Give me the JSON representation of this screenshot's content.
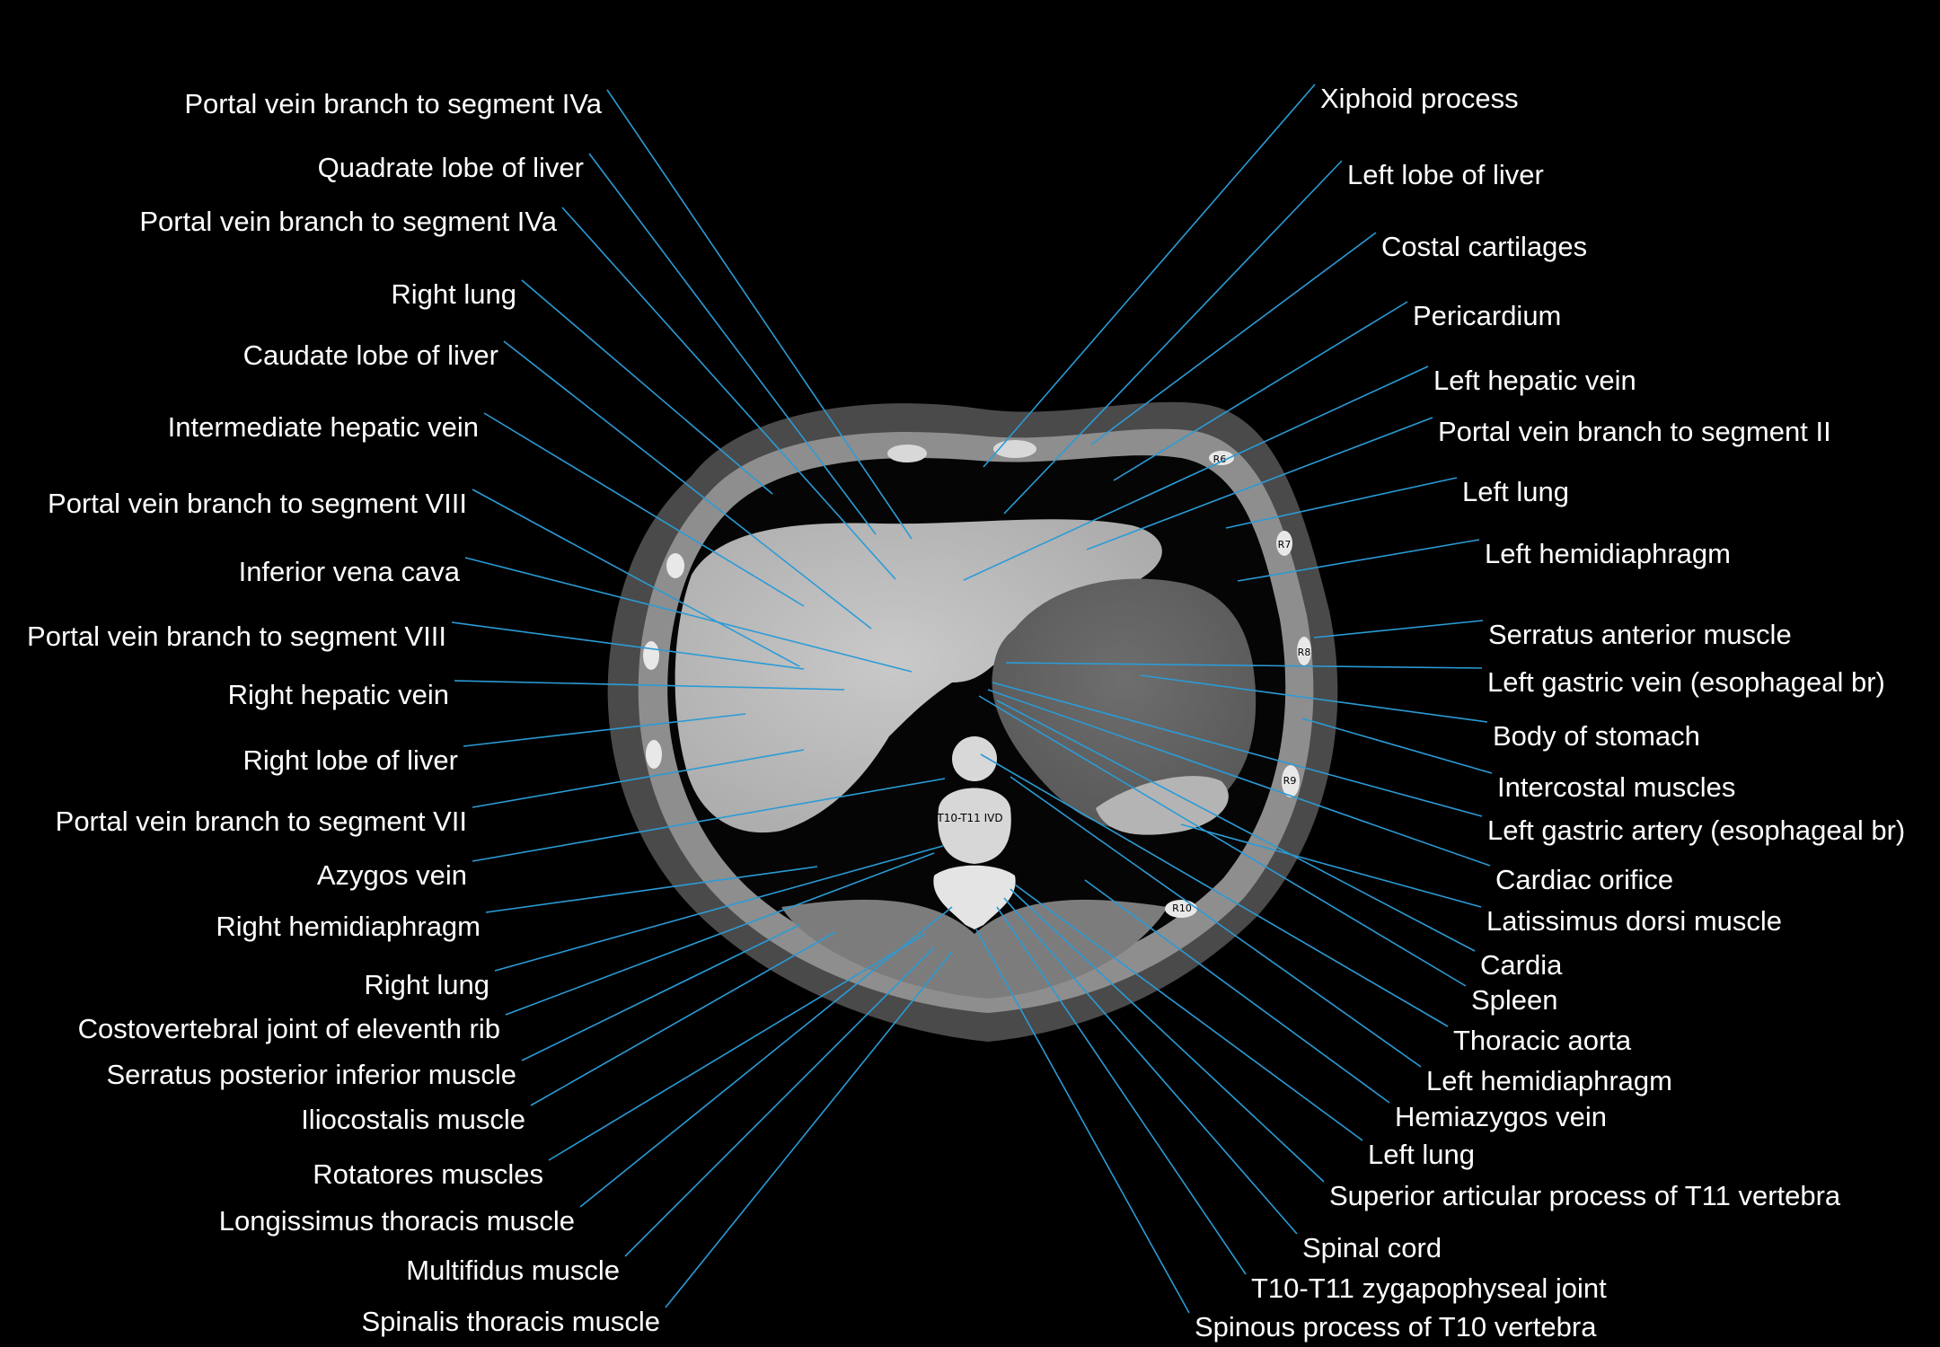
{
  "image_markers": {
    "vertebra_level": "T10-T11 IVD",
    "ribs": [
      "R6",
      "R7",
      "R8",
      "R9",
      "R10"
    ]
  },
  "labels": {
    "left": [
      "Portal vein branch to segment IVa",
      "Quadrate lobe of liver",
      "Portal vein branch to segment IVa",
      "Right lung",
      "Caudate lobe of liver",
      "Intermediate hepatic vein",
      "Portal vein branch to segment VIII",
      "Inferior vena cava",
      "Portal vein branch to segment VIII",
      "Right hepatic vein",
      "Right lobe of liver",
      "Portal vein branch to segment VII",
      "Azygos vein",
      "Right hemidiaphragm",
      "Right lung",
      "Costovertebral joint of eleventh rib",
      "Serratus posterior inferior muscle",
      "Iliocostalis muscle",
      "Rotatores muscles",
      "Longissimus thoracis muscle",
      "Multifidus muscle",
      "Spinalis thoracis muscle"
    ],
    "right": [
      "Xiphoid process",
      "Left lobe of liver",
      "Costal cartilages",
      "Pericardium",
      "Left hepatic vein",
      "Portal vein branch to segment II",
      "Left lung",
      "Left hemidiaphragm",
      "Serratus anterior muscle",
      "Left gastric vein (esophageal br)",
      "Body of stomach",
      "Intercostal muscles",
      "Left gastric artery (esophageal br)",
      "Cardiac orifice",
      "Latissimus dorsi muscle",
      "Cardia",
      "Spleen",
      "Thoracic aorta",
      "Left hemidiaphragm",
      "Hemiazygos vein",
      "Left lung",
      "Superior articular process of T11 vertebra",
      "Spinal cord",
      "T10-T11 zygapophyseal joint",
      "Spinous process of T10 vertebra"
    ]
  },
  "colors": {
    "background": "#000000",
    "leader_line": "#2b9bd6",
    "label_text": "#ffffff"
  }
}
